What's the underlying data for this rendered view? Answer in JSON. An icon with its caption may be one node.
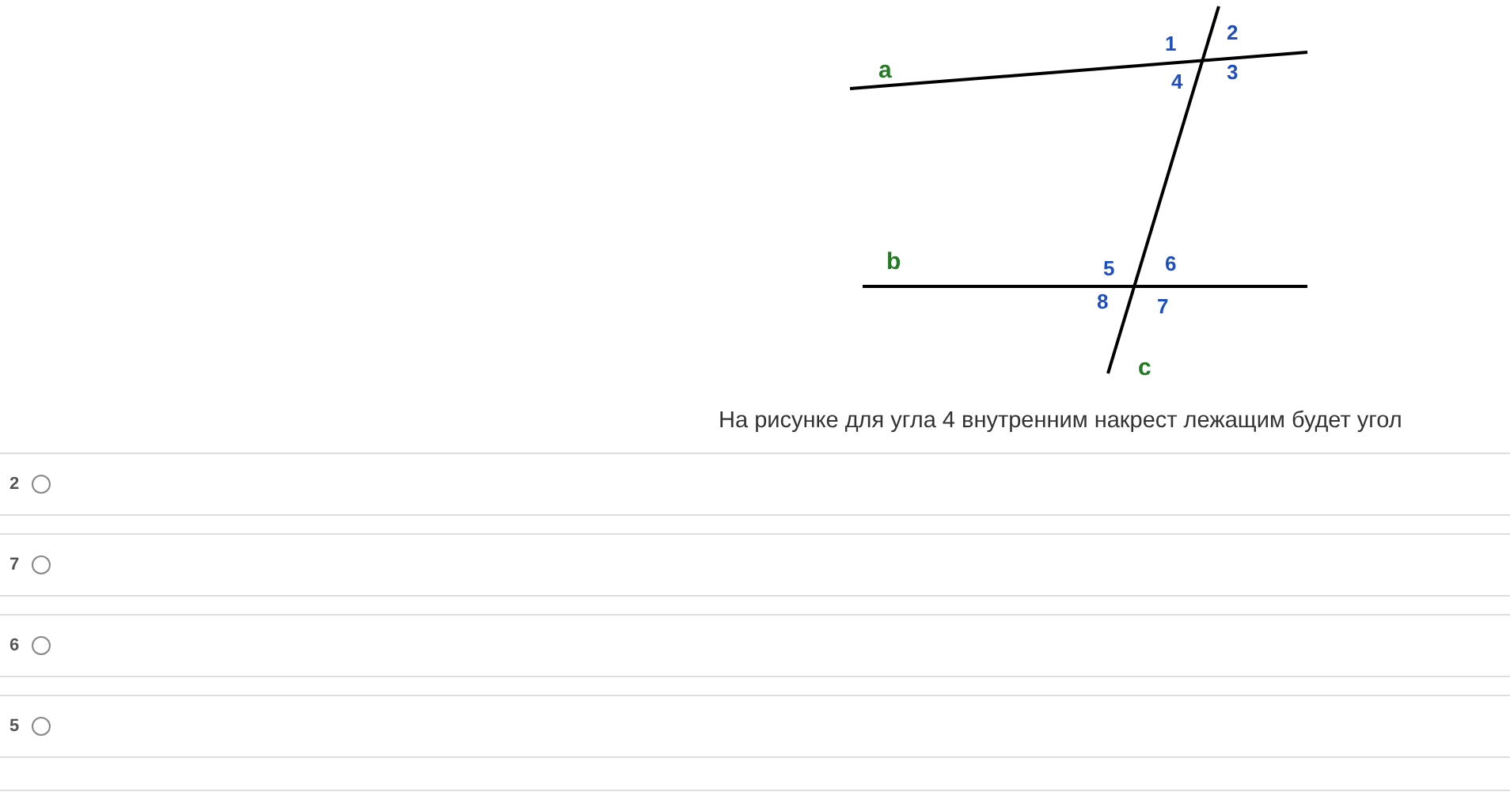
{
  "diagram": {
    "labels": [
      "a",
      "1",
      "2",
      "3",
      "4",
      "b",
      "5",
      "6",
      "7",
      "8",
      "c",
      "На рисунке для угла 4 внутренним накрест лежащим будет угол",
      "2",
      "7",
      "6",
      "5"
    ]
  }
}
